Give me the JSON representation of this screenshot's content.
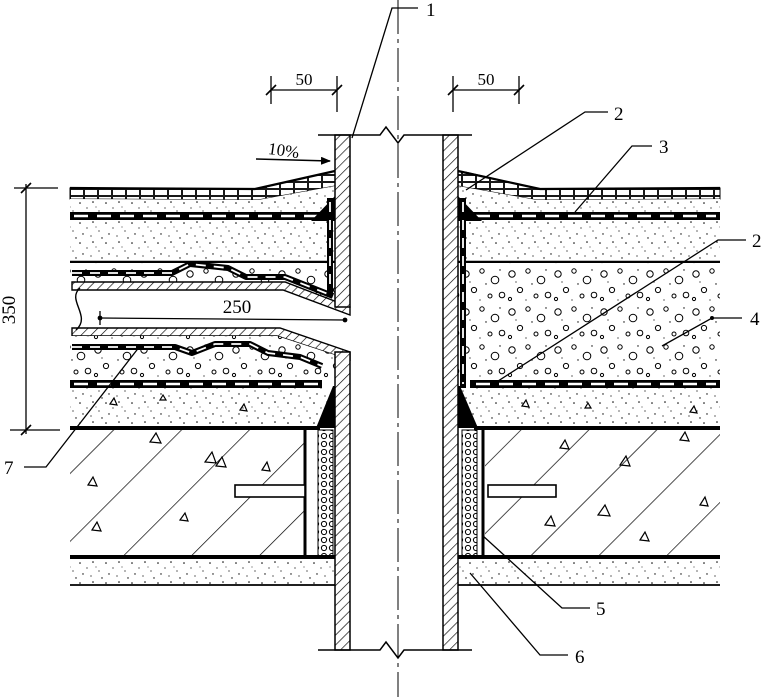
{
  "callouts": {
    "c1": "1",
    "c2_top": "2",
    "c3": "3",
    "c2_mid": "2",
    "c4": "4",
    "c5": "5",
    "c6": "6",
    "c7": "7"
  },
  "dimensions": {
    "flange_left": "50",
    "flange_right": "50",
    "slope": "10%",
    "total_height": "350",
    "branch_length": "250"
  },
  "colors": {
    "ink": "#000000",
    "paper": "#ffffff"
  }
}
